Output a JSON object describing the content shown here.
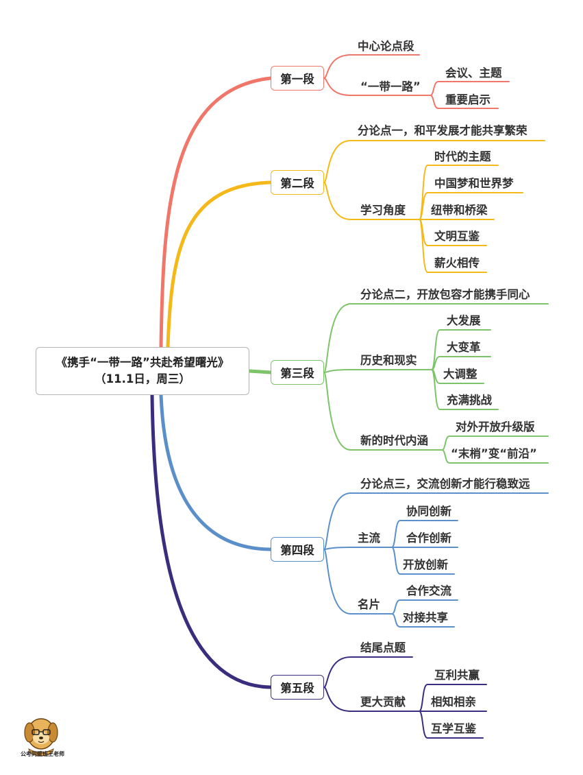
{
  "root": {
    "title": "《携手“一带一路”共赴希望曙光》",
    "subtitle": "（11.1日，周三）"
  },
  "colors": {
    "sec1": "#ef7668",
    "sec2": "#f5b819",
    "sec3": "#7cc36a",
    "sec4": "#5b8fca",
    "sec5": "#3b2d7e"
  },
  "sections": [
    {
      "label": "第一段",
      "children": [
        {
          "label": "中心论点段"
        },
        {
          "label": "“一带一路”",
          "children": [
            "会议、主题",
            "重要启示"
          ]
        }
      ]
    },
    {
      "label": "第二段",
      "children": [
        {
          "label": "分论点一，和平发展才能共享繁荣"
        },
        {
          "label": "学习角度",
          "children": [
            "时代的主题",
            "中国梦和世界梦",
            "纽带和桥梁",
            "文明互鉴",
            "薪火相传"
          ]
        }
      ]
    },
    {
      "label": "第三段",
      "children": [
        {
          "label": "分论点二，开放包容才能携手同心"
        },
        {
          "label": "历史和现实",
          "children": [
            "大发展",
            "大变革",
            "大调整",
            "充满挑战"
          ]
        },
        {
          "label": "新的时代内涵",
          "children": [
            "对外开放升级版",
            "“末梢”变“前沿”"
          ]
        }
      ]
    },
    {
      "label": "第四段",
      "children": [
        {
          "label": "分论点三，交流创新才能行稳致远"
        },
        {
          "label": "主流",
          "children": [
            "协同创新",
            "合作创新",
            "开放创新"
          ]
        },
        {
          "label": "名片",
          "children": [
            "合作交流",
            "对接共享"
          ]
        }
      ]
    },
    {
      "label": "第五段",
      "children": [
        {
          "label": "结尾点题"
        },
        {
          "label": "更大贡献",
          "children": [
            "互利共赢",
            "相知相亲",
            "互学互鉴"
          ]
        }
      ]
    }
  ],
  "watermark": {
    "text": "公考同壁班王老师"
  }
}
